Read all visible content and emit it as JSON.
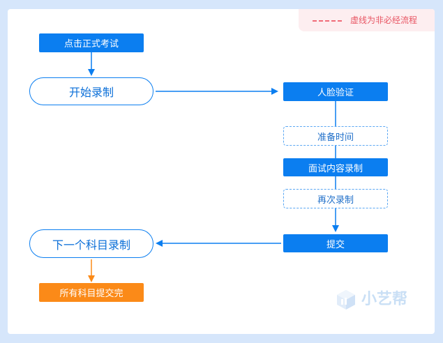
{
  "legend": {
    "label": "虚线为非必经流程"
  },
  "nodes": {
    "start_exam": "点击正式考试",
    "start_record": "开始录制",
    "face_verify": "人脸验证",
    "prep_time": "准备时间",
    "interview_record": "面试内容录制",
    "re_record": "再次录制",
    "submit": "提交",
    "next_subject": "下一个科目录制",
    "all_submitted": "所有科目提交完"
  },
  "colors": {
    "primary": "#0b7ef0",
    "accent_orange": "#fb8a18",
    "dashed_border": "#5aa7f3",
    "legend_bg": "#fdeef0",
    "legend_text": "#e85563"
  },
  "brand": {
    "name": "小艺帮"
  }
}
